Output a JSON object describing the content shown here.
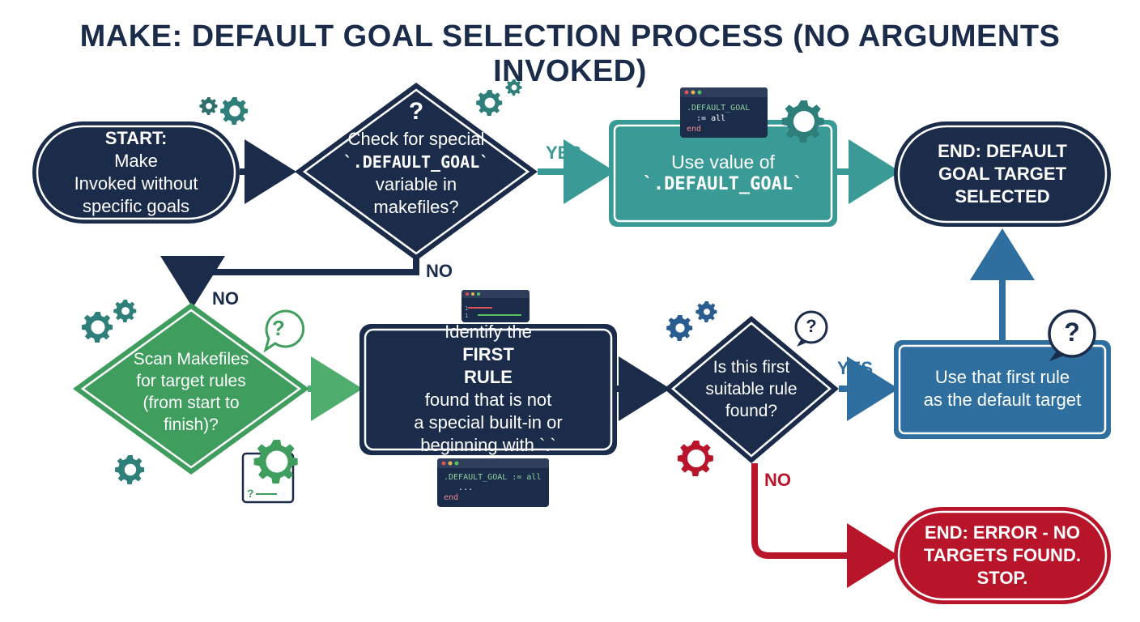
{
  "title": "MAKE: DEFAULT GOAL SELECTION PROCESS (NO ARGUMENTS INVOKED)",
  "colors": {
    "navy": "#1b2b4a",
    "teal": "#3a9a95",
    "green": "#3f9d5e",
    "blue": "#2f6f9f",
    "red": "#b8152b",
    "white": "#ffffff"
  },
  "nodes": {
    "start": {
      "bold": "START:",
      "text_1": " Make",
      "text_2": "Invoked without",
      "text_3": "specific goals"
    },
    "check_default": {
      "line_1": "Check for special",
      "line_2": "`.DEFAULT_GOAL`",
      "line_3": "variable in",
      "line_4": "makefiles?"
    },
    "use_default": {
      "line_1": "Use value of",
      "line_2": "`.DEFAULT_GOAL`"
    },
    "end_selected": {
      "line_1": "END: DEFAULT",
      "line_2": "GOAL TARGET",
      "line_3": "SELECTED"
    },
    "scan": {
      "line_1": "Scan Makefiles",
      "line_2": "for target rules",
      "line_3": "(from start to",
      "line_4": "finish)?"
    },
    "identify": {
      "line_1_a": "Identify the ",
      "line_1_b": "FIRST",
      "line_2_a": "RULE",
      "line_2_b": " found that is not",
      "line_3": "a special built-in or",
      "line_4": "beginning with `.`"
    },
    "is_first": {
      "line_1": "Is this first",
      "line_2": "suitable rule",
      "line_3": "found?"
    },
    "use_first": {
      "line_1": "Use that first rule",
      "line_2": "as the default target"
    },
    "end_error": {
      "line_1": "END: ERROR - NO",
      "line_2": "TARGETS FOUND.",
      "line_3": "STOP."
    }
  },
  "edges": {
    "yes_1": "YES",
    "no_1": "NO",
    "no_2": "NO",
    "yes_2": "YES",
    "no_3": "NO"
  },
  "snippets": {
    "top": {
      "line_1": ".DEFAULT_GOAL",
      "line_2": "  := all",
      "line_3": "end"
    },
    "bottom": {
      "line_1": ".DEFAULT_GOAL := all",
      "line_2": "   ...",
      "line_3": "end"
    }
  },
  "icons": {
    "question": "?",
    "small_question": "?"
  }
}
